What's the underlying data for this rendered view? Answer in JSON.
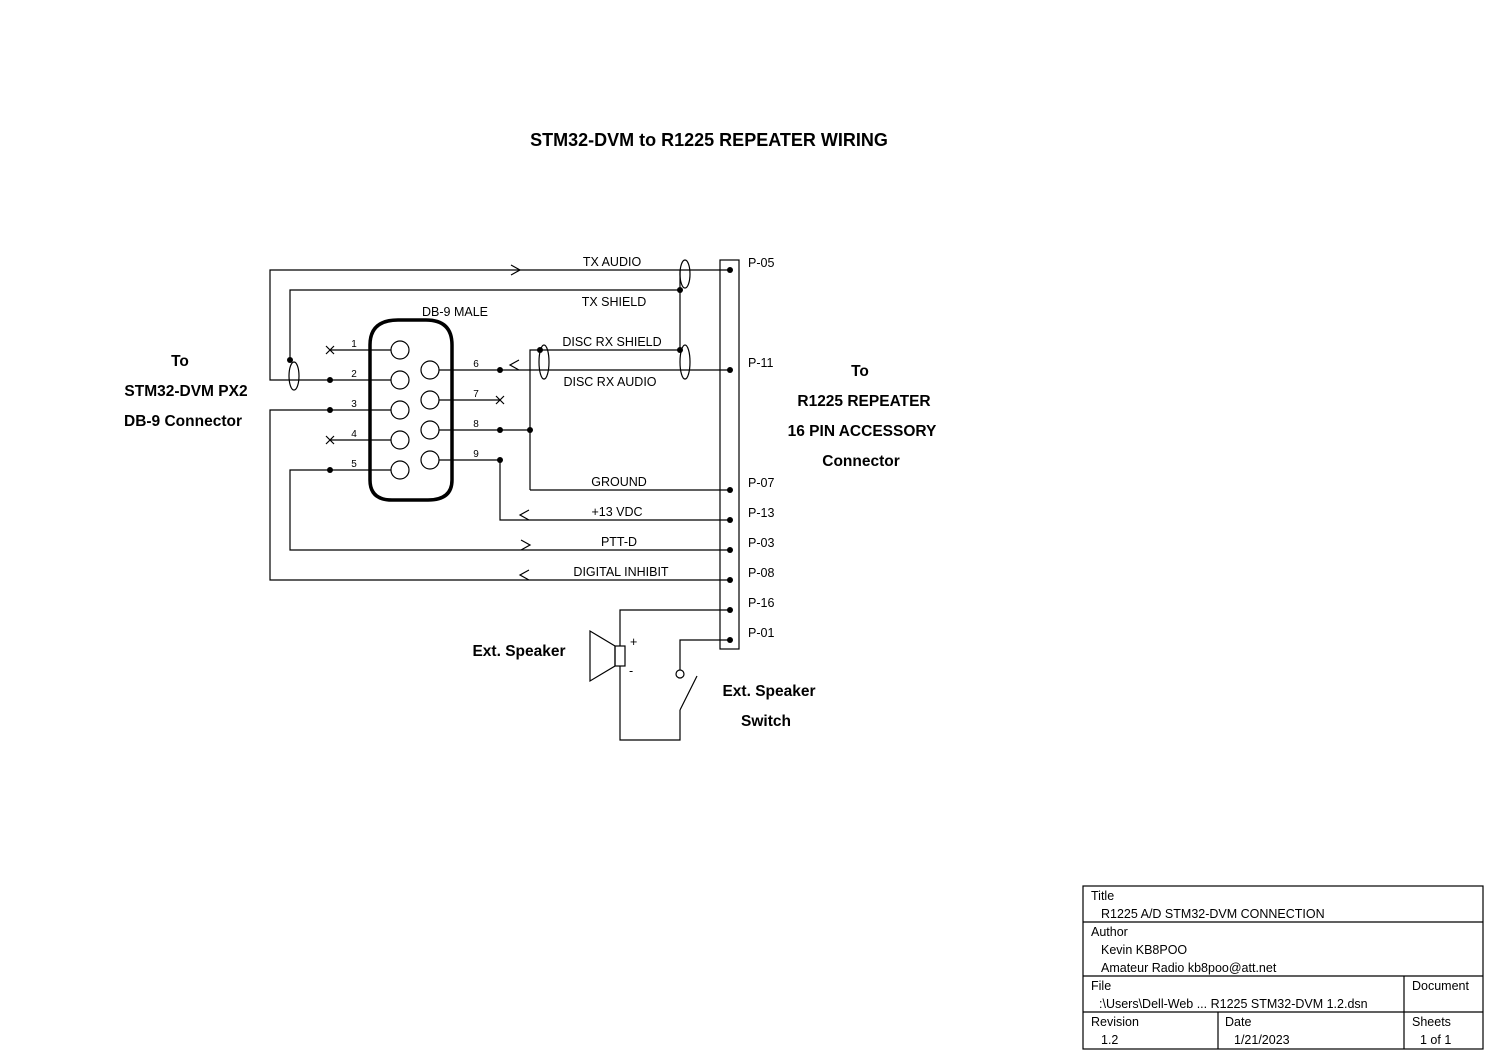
{
  "page_title": "STM32-DVM to R1225 REPEATER WIRING",
  "left_connector": {
    "line1": "To",
    "line2": "STM32-DVM PX2",
    "line3": "DB-9 Connector"
  },
  "right_connector": {
    "line1": "To",
    "line2": "R1225 REPEATER",
    "line3": "16 PIN ACCESSORY",
    "line4": "Connector"
  },
  "db9": {
    "label": "DB-9 MALE",
    "pins": [
      "1",
      "2",
      "3",
      "4",
      "5",
      "6",
      "7",
      "8",
      "9"
    ]
  },
  "signals": {
    "tx_audio": "TX AUDIO",
    "tx_shield": "TX SHIELD",
    "disc_rx_shield": "DISC RX SHIELD",
    "disc_rx_audio": "DISC RX AUDIO",
    "ground": "GROUND",
    "vdc": "+13 VDC",
    "ptt": "PTT-D",
    "digital_inhibit": "DIGITAL INHIBIT"
  },
  "terminals": [
    "P-05",
    "P-11",
    "P-07",
    "P-13",
    "P-03",
    "P-08",
    "P-16",
    "P-01"
  ],
  "speaker": {
    "label": "Ext. Speaker",
    "plus": "+",
    "minus": "-"
  },
  "switch": {
    "line1": "Ext. Speaker",
    "line2": "Switch"
  },
  "title_block": {
    "title_label": "Title",
    "title_value": "R1225 A/D STM32-DVM CONNECTION",
    "author_label": "Author",
    "author_line1": "Kevin KB8POO",
    "author_line2": "Amateur Radio  kb8poo@att.net",
    "file_label": "File",
    "file_value": ":\\Users\\Dell-Web ... R1225 STM32-DVM 1.2.dsn",
    "document_label": "Document",
    "revision_label": "Revision",
    "revision_value": "1.2",
    "date_label": "Date",
    "date_value": "1/21/2023",
    "sheets_label": "Sheets",
    "sheets_value": "1 of 1"
  }
}
